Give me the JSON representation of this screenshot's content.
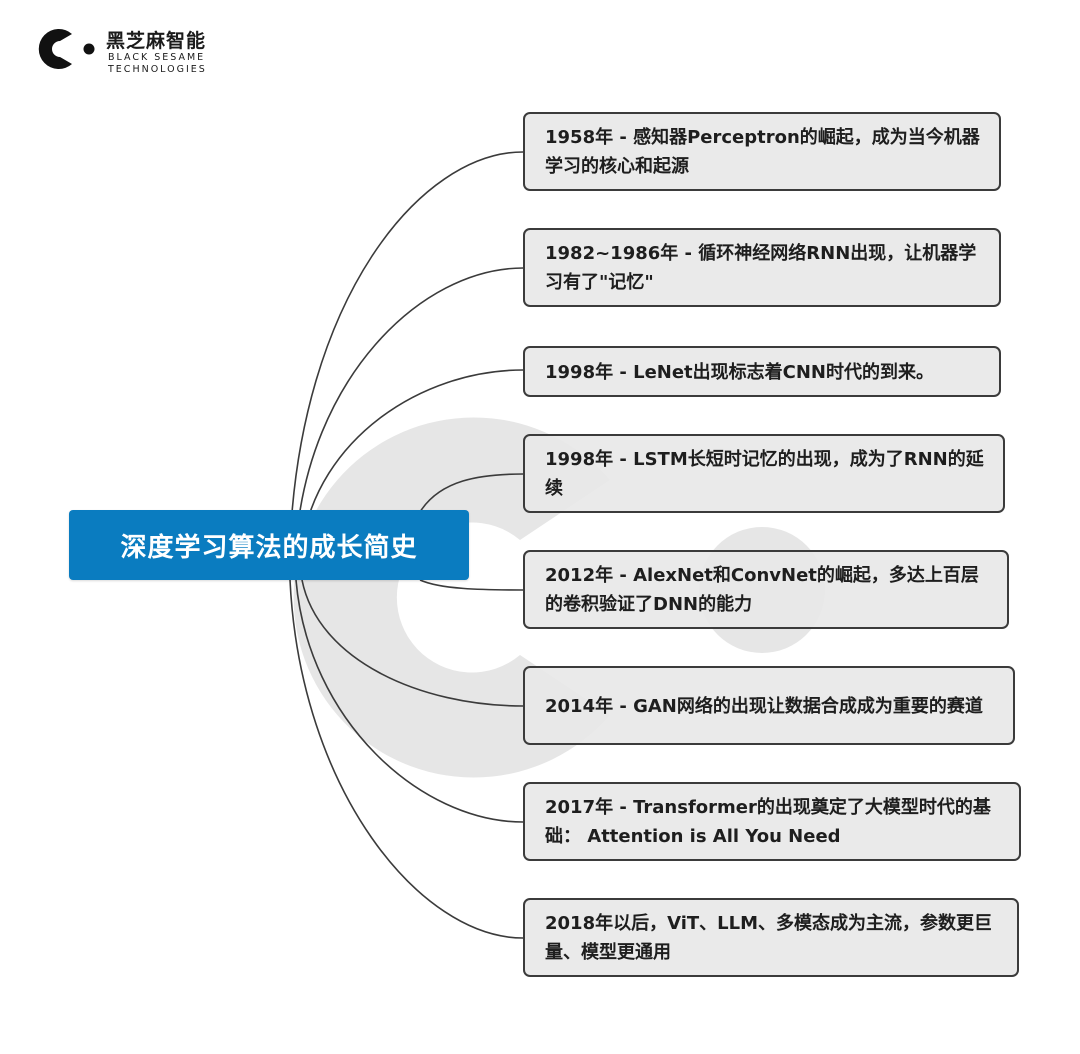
{
  "brand": {
    "name_cn": "黑芝麻智能",
    "name_en_line1": "BLACK SESAME",
    "name_en_line2": "TECHNOLOGIES"
  },
  "central_topic": "深度学习算法的成长简史",
  "milestones": [
    {
      "text": "1958年 - 感知器Perceptron的崛起，成为当今机器学习的核心和起源"
    },
    {
      "text": "1982~1986年 - 循环神经网络RNN出现，让机器学习有了\"记忆\""
    },
    {
      "text": "1998年 - LeNet出现标志着CNN时代的到来。"
    },
    {
      "text": "1998年 - LSTM长短时记忆的出现，成为了RNN的延续"
    },
    {
      "text": "2012年 - AlexNet和ConvNet的崛起，多达上百层的卷积验证了DNN的能力"
    },
    {
      "text": "2014年 - GAN网络的出现让数据合成成为重要的赛道"
    },
    {
      "text": "2017年 - Transformer的出现奠定了大模型时代的基础： Attention is All You Need"
    },
    {
      "text": "2018年以后，ViT、LLM、多模态成为主流，参数更巨量、模型更通用"
    }
  ],
  "colors": {
    "central_fill": "#0a7cc0",
    "node_fill": "#e8e8e8",
    "node_border": "#3b3b3b",
    "connector": "#3b3b3b",
    "watermark": "#e6e6e6"
  }
}
